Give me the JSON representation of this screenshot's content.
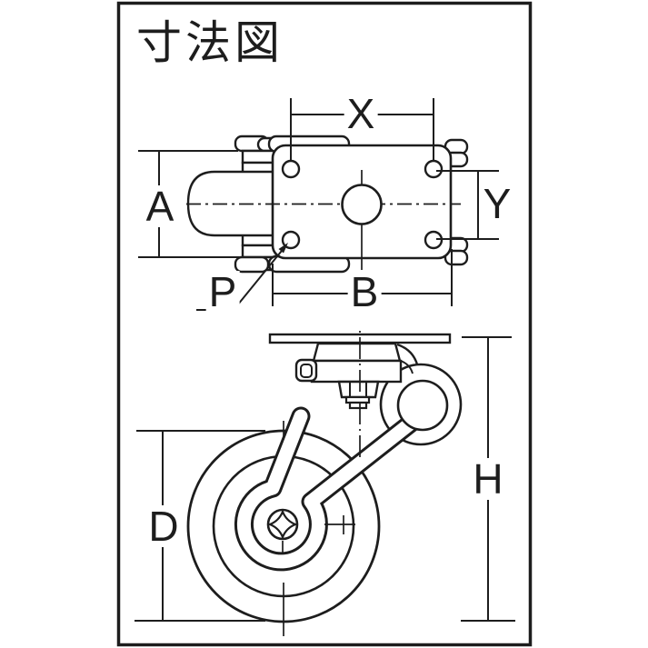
{
  "colors": {
    "background": "#ffffff",
    "line": "#1d1d1d"
  },
  "title": "寸法図",
  "views": {
    "top_view": {
      "labels": {
        "x": "X",
        "a": "A",
        "y": "Y",
        "b": "B",
        "p": "P"
      }
    },
    "side_view": {
      "labels": {
        "d": "D",
        "h": "H"
      }
    }
  }
}
